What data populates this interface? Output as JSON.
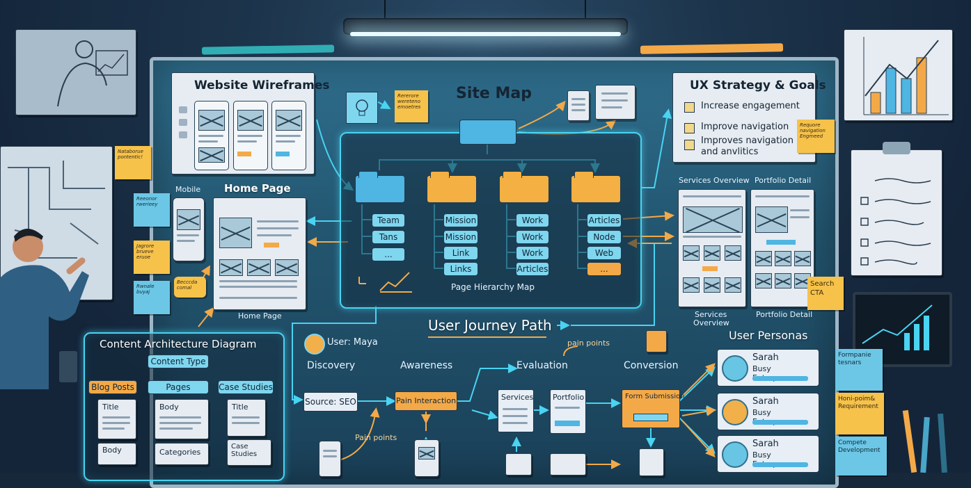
{
  "header": {
    "site_map": "Site Map",
    "user_journey": "User Journey Path",
    "page_hierarchy": "Page Hierarchy Map"
  },
  "wireframes": {
    "title": "Website Wireframes"
  },
  "ux": {
    "title": "UX Strategy & Goals",
    "goals": [
      "Increase engagement",
      "Improve navigation",
      "Improves navigation",
      "and anvlitics"
    ]
  },
  "sitemap": {
    "cols": [
      {
        "items": [
          "Team",
          "Tans",
          "..."
        ]
      },
      {
        "items": [
          "Mission",
          "Mission",
          "Link",
          "Links"
        ]
      },
      {
        "items": [
          "Work",
          "Work",
          "Work",
          "Articles"
        ]
      },
      {
        "items": [
          "Articles",
          "Node",
          "Web",
          "..."
        ]
      }
    ]
  },
  "home": {
    "mobile": "Mobile",
    "title": "Home Page",
    "caption": "Home Page"
  },
  "services": {
    "overview": "Services Overview",
    "portfolio": "Portfolio Detail",
    "overview_caption_1": "Services",
    "overview_caption_2": "Overview",
    "portfolio_caption": "Portfolio Detail",
    "search_note_1": "Search",
    "search_note_2": "CTA"
  },
  "content": {
    "title": "Content Architecture Diagram",
    "type": "Content Type",
    "cats": [
      "Blog Posts",
      "Pages",
      "Case Studies"
    ],
    "blog": [
      "Title",
      "Body"
    ],
    "pages": [
      "Body",
      "Categories"
    ],
    "cases": [
      "Title",
      "Case Studies"
    ]
  },
  "journey": {
    "user": "User: Maya",
    "stages": [
      "Discovery",
      "Awareness",
      "Evaluation",
      "Conversion"
    ],
    "pain_top": "pain points",
    "pain_bottom": "Pain points",
    "nodes": {
      "seo": "Source: SEO",
      "pain": "Pain Interaction",
      "services": "Services",
      "portfolio": "Portfolio",
      "form": "Form Submission"
    }
  },
  "personas": {
    "title": "User Personas",
    "list": [
      {
        "name": "Sarah",
        "role": "Busy Entrepreneur"
      },
      {
        "name": "Sarah",
        "role": "Busy Entrepreneur"
      },
      {
        "name": "Sarah",
        "role": "Busy Entrepreneur"
      }
    ]
  },
  "notes": {
    "n1": "Nataborue pontentic!",
    "n2": "Reeonor rwerieey",
    "n3": "Jagrore brueve eruoe",
    "n4": "Rwnale buyaj",
    "n5": "Becccda comal",
    "n6": "Rererore wereteno emoetres",
    "n7": "Requore navigation Engmeed",
    "n8_1": "Formpanie",
    "n8_2": "tesnars",
    "n9_1": "Honi-poim&",
    "n9_2": "Requirement",
    "n10_1": "Compete",
    "n10_2": "Development"
  },
  "colors": {
    "glow": "#49d4f2",
    "orange": "#f4a948",
    "board": "#235670",
    "wall": "#16283a"
  }
}
